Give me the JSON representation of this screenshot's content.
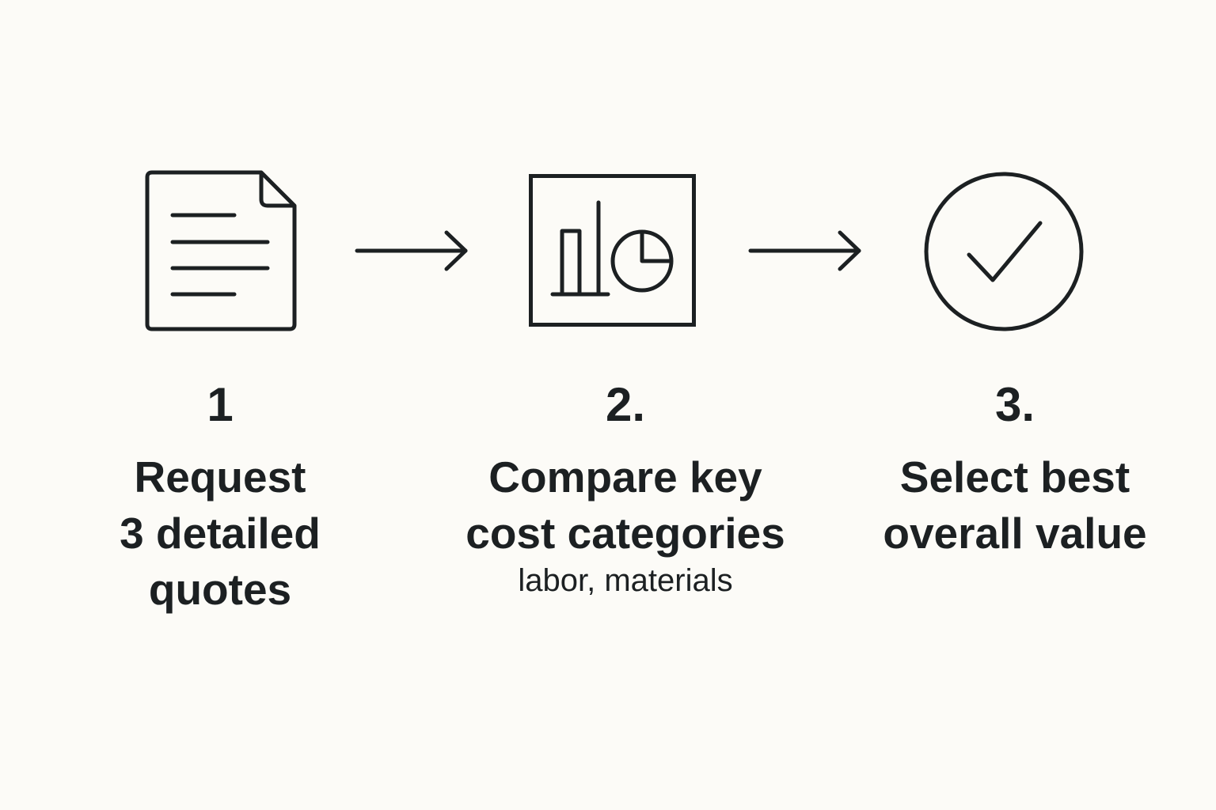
{
  "colors": {
    "background": "#fcfbf7",
    "ink": "#1c2022"
  },
  "steps": [
    {
      "number": "1",
      "title": "Request\n3 detailed\nquotes",
      "subtitle": "",
      "icon": "document-icon"
    },
    {
      "number": "2.",
      "title": "Compare key\ncost categories",
      "subtitle": "labor, materials",
      "icon": "chart-icon"
    },
    {
      "number": "3.",
      "title": "Select best\noverall value",
      "subtitle": "",
      "icon": "checkmark-circle-icon"
    }
  ],
  "connectors": [
    "arrow-right-icon",
    "arrow-right-icon"
  ]
}
